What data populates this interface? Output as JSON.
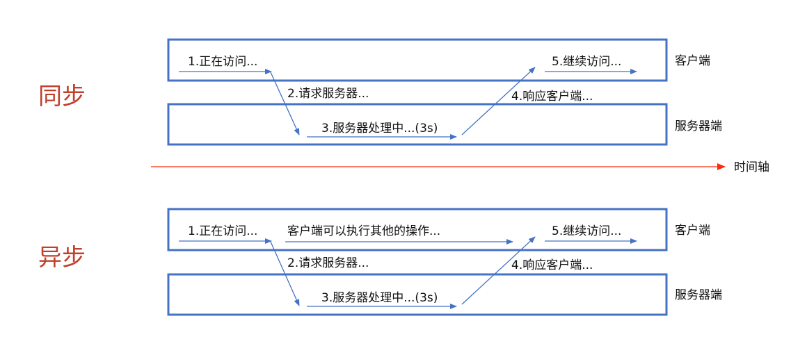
{
  "colors": {
    "box_border": "#4472C4",
    "arrow": "#4472C4",
    "timeline": "#FF2A0A",
    "section_title": "#C0402B",
    "text": "#111111"
  },
  "sync": {
    "title": "同步",
    "client_label": "客户端",
    "server_label": "服务器端",
    "step1": "1.正在访问...",
    "step2": "2.请求服务器...",
    "step3": "3.服务器处理中...(3s)",
    "step4": "4.响应客户端...",
    "step5": "5.继续访问..."
  },
  "timeline": {
    "label": "时间轴"
  },
  "async": {
    "title": "异步",
    "client_label": "客户端",
    "server_label": "服务器端",
    "step1": "1.正在访问...",
    "client_activity": "客户端可以执行其他的操作...",
    "step2": "2.请求服务器...",
    "step3": "3.服务器处理中...(3s)",
    "step4": "4.响应客户端...",
    "step5": "5.继续访问..."
  }
}
